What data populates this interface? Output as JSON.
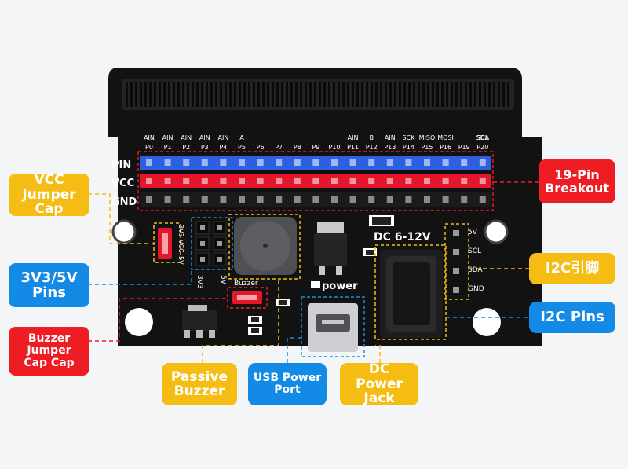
{
  "board": {
    "top_pin_labels_row1": [
      "AIN",
      "AIN",
      "AIN",
      "AIN",
      "AIN",
      "A",
      "",
      "",
      "",
      "",
      "",
      "AIN",
      "B",
      "AIN",
      "SCK",
      "MISO",
      "MOSI",
      "",
      "SCL",
      "SDA"
    ],
    "top_pin_labels_row2": [
      "P0",
      "P1",
      "P2",
      "P3",
      "P4",
      "P5",
      "P6",
      "P7",
      "P8",
      "P9",
      "P10",
      "P11",
      "P12",
      "P13",
      "P14",
      "P15",
      "P16",
      "P19",
      "P20"
    ],
    "row_labels": [
      "PIN",
      "VCC",
      "GND"
    ],
    "jumper_labels": [
      "3V3",
      "VCC",
      "5V"
    ],
    "voltage_labels": [
      "3V3",
      "5V"
    ],
    "buzzer_label": "Buzzer",
    "power_label": "power",
    "dc_label": "DC 6-12V",
    "i2c_labels": [
      "5V",
      "SCL",
      "SDA",
      "GND"
    ]
  },
  "callouts": {
    "vcc_jumper_cap": "VCC Jumper\nCap",
    "pins_3v3_5v": "3V3/5V\nPins",
    "buzzer_jumper_cap": "Buzzer\nJumper\nCap Cap",
    "passive_buzzer": "Passive\nBuzzer",
    "usb_power_port": "USB Power\nPort",
    "dc_power_jack": "DC Power\nJack",
    "breakout_19pin": "19-Pin\nBreakout",
    "i2c_cn": "I2C引脚",
    "i2c_pins": "I2C Pins"
  },
  "colors": {
    "board": "#0f0f10",
    "pin_blue": "#2d5fe0",
    "pin_red": "#e3162b",
    "callout_yellow": "#f5bd14",
    "callout_blue": "#138be6",
    "callout_red": "#ee1d24"
  }
}
